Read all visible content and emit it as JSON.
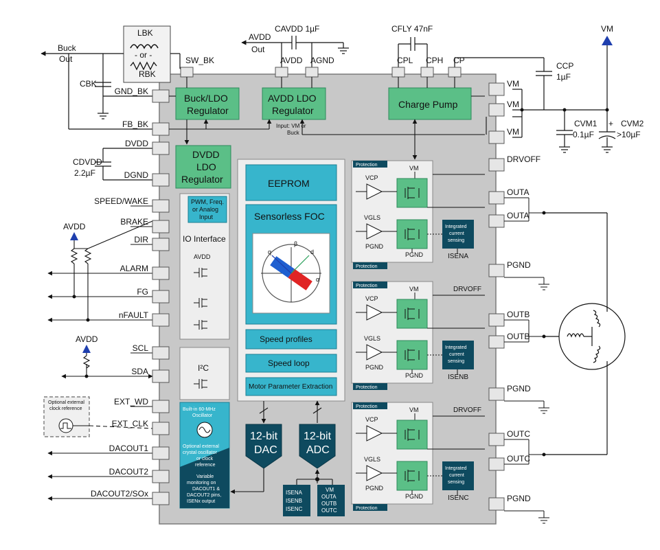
{
  "external": {
    "buck_out": [
      "Buck",
      "Out"
    ],
    "l_bk": "LBK",
    "or": "- or -",
    "r_bk": "RBK",
    "c_bk": "CBK",
    "c_avdd": "CAVDD 1µF",
    "avdd_out": [
      "AVDD",
      "Out"
    ],
    "c_fly": "CFLY 47nF",
    "vm_top": "VM",
    "c_cp": [
      "CCP",
      "1µF"
    ],
    "c_vm1": [
      "CVM1",
      "0.1µF"
    ],
    "c_vm2": [
      "CVM2",
      ">10µF"
    ],
    "c_dvdd": [
      "CDVDD",
      "2.2µF"
    ],
    "avdd_label": "AVDD",
    "osc_ref": [
      "Optional external",
      "clock reference"
    ]
  },
  "pins_left": [
    "GND_BK",
    "FB_BK",
    "DVDD",
    "DGND",
    "SPEED/WAKE",
    "BRAKE",
    "DIR",
    "ALARM",
    "FG",
    "nFAULT",
    "SCL",
    "SDA",
    "EXT_WD",
    "EXT_CLK",
    "DACOUT1",
    "DACOUT2",
    "DACOUT2/SOx"
  ],
  "pins_top": [
    "SW_BK",
    "AVDD",
    "AGND",
    "CPL",
    "CPH",
    "CP"
  ],
  "pins_right": [
    "VM",
    "VM",
    "VM",
    "DRVOFF",
    "OUTA",
    "OUTA",
    "PGND",
    "OUTB",
    "OUTB",
    "PGND",
    "OUTC",
    "OUTC",
    "PGND"
  ],
  "blocks": {
    "buck": [
      "Buck/LDO",
      "Regulator"
    ],
    "avdd_ldo": [
      "AVDD LDO",
      "Regulator"
    ],
    "avdd_input": [
      "Input: VM or",
      "Buck"
    ],
    "charge_pump": "Charge Pump",
    "dvdd_ldo": [
      "DVDD",
      "LDO",
      "Regulator"
    ],
    "pwm_input": [
      "PWM, Freq.",
      "or Analog",
      "Input"
    ],
    "io_interface": "IO Interface",
    "io_avdd": "AVDD",
    "i2c": "I²C",
    "eeprom": "EEPROM",
    "foc": "Sensorless FOC",
    "speed_profiles": "Speed profiles",
    "speed_loop": "Speed loop",
    "motor_param": "Motor Parameter Extraction",
    "dac": [
      "12-bit",
      "DAC"
    ],
    "adc": [
      "12-bit",
      "ADC"
    ],
    "adc_inputs_1": [
      "ISENA",
      "ISENB",
      "ISENC"
    ],
    "adc_inputs_2": [
      "VM",
      "OUTA",
      "OUTB",
      "OUTC"
    ],
    "oscillator": [
      "Built-in 60-MHz",
      "Oscillator"
    ],
    "osc_ext": [
      "Optional external",
      "crystal oscillator",
      "or clock",
      "reference"
    ],
    "variable_mon": [
      "Variable",
      "monitoring on",
      "DACOUT1 &",
      "DACOUT2 pins,",
      "ISENx output"
    ]
  },
  "foc_axes": {
    "beta": "β",
    "alpha": "α",
    "d": "d",
    "q": "q"
  },
  "phases": [
    {
      "protection": "Protection",
      "vm": "VM",
      "vcp": "VCP",
      "vgls": "VGLS",
      "pgnd": "PGND",
      "sense": [
        "Integrated",
        "current",
        "sensing"
      ],
      "isen": "ISENA",
      "drvoff": ""
    },
    {
      "protection": "Protection",
      "vm": "VM",
      "vcp": "VCP",
      "vgls": "VGLS",
      "pgnd": "PGND",
      "sense": [
        "Integrated",
        "current",
        "sensing"
      ],
      "isen": "ISENB",
      "drvoff": "DRVOFF"
    },
    {
      "protection": "Protection",
      "vm": "VM",
      "vcp": "VCP",
      "vgls": "VGLS",
      "pgnd": "PGND",
      "sense": [
        "Integrated",
        "current",
        "sensing"
      ],
      "isen": "ISENC",
      "drvoff": "DRVOFF"
    }
  ],
  "colors": {
    "chip": "#c8c8c8",
    "chip_border": "#7a7a7a",
    "green": "#5bbf87",
    "green_dark": "#2e8a5b",
    "teal": "#37b5cc",
    "navy": "#0e4a5f",
    "panel": "#eeeeee",
    "pin": "#e6e6e6",
    "arrow_blue": "#1f3fae"
  }
}
